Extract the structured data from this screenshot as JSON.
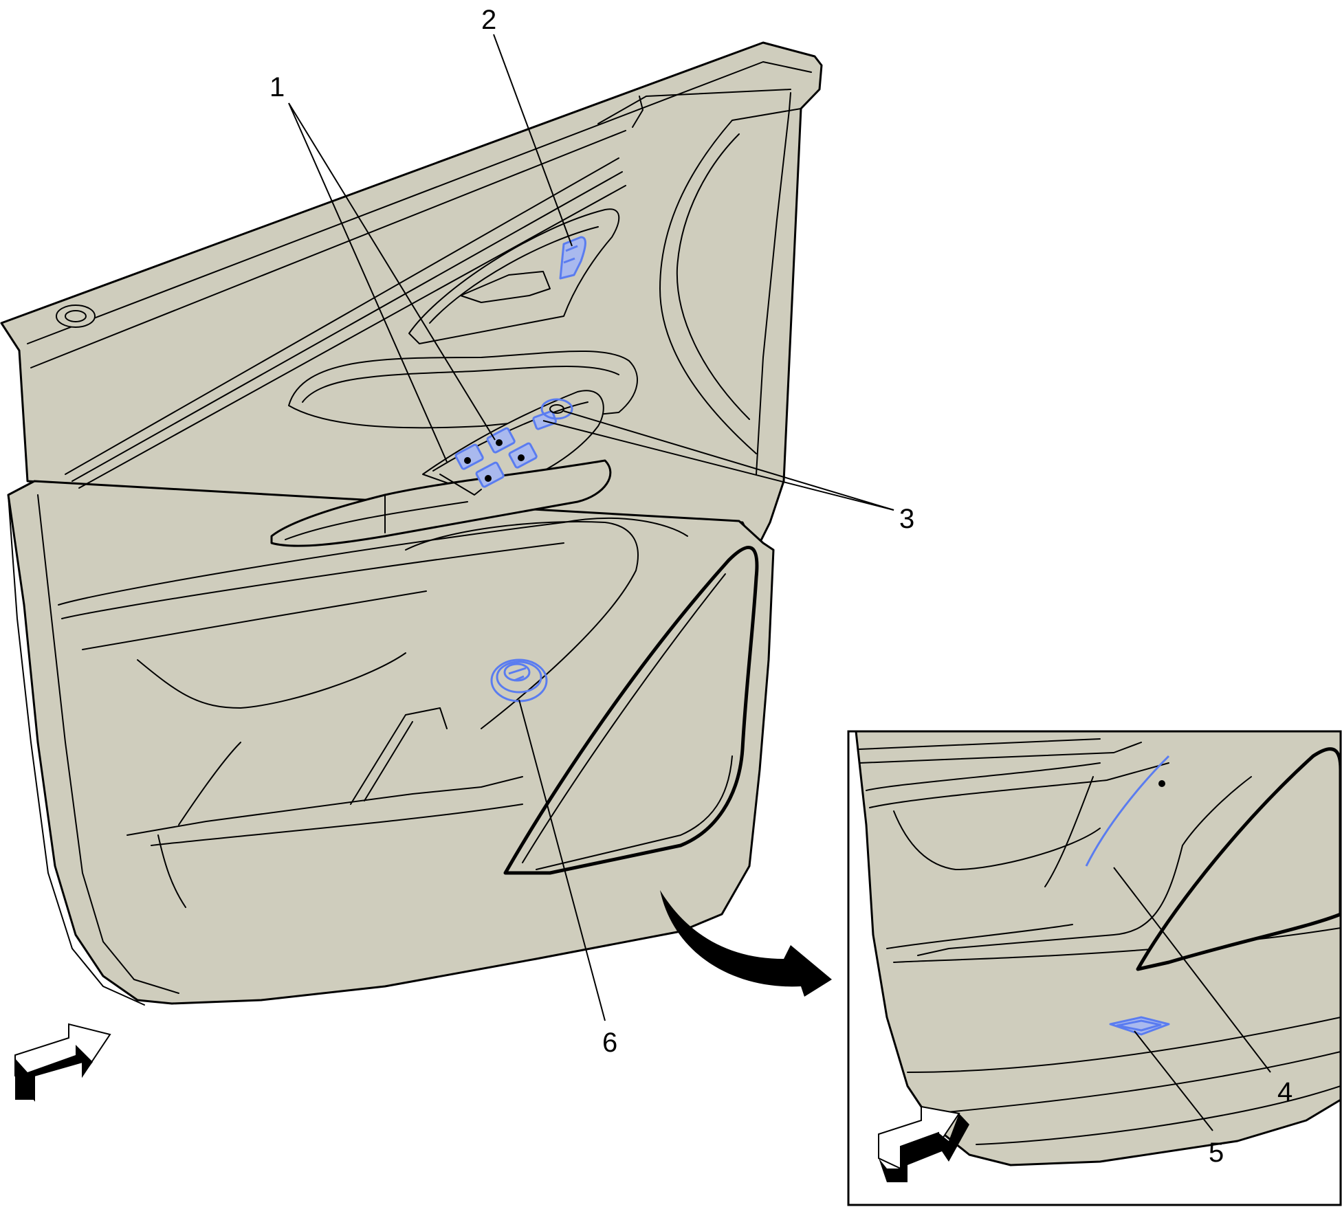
{
  "colors": {
    "panel": "#cfcdbd",
    "highlight": "#5a7cf0",
    "highlight_soft": "#a9b9ee",
    "line": "#000000"
  },
  "callouts": {
    "c1": "1",
    "c2": "2",
    "c3": "3",
    "c4": "4",
    "c5": "5",
    "c6": "6"
  }
}
